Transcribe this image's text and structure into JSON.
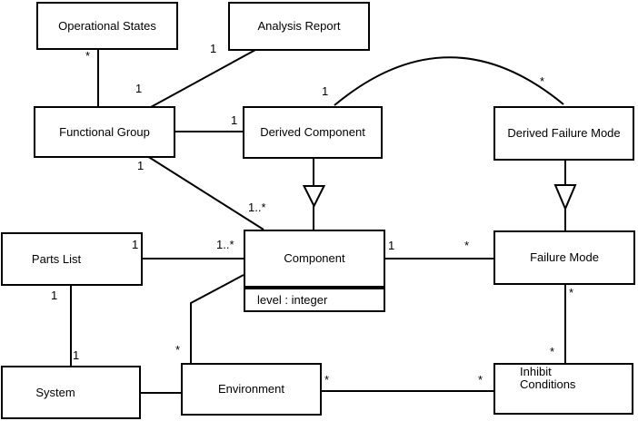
{
  "diagram": {
    "kind": "uml-class-diagram",
    "colors": {
      "background": "#ffffff",
      "line": "#000000",
      "box_fill": "#ffffff",
      "text": "#000000"
    },
    "classes": [
      {
        "id": "operational-states",
        "name": "Operational States"
      },
      {
        "id": "analysis-report",
        "name": "Analysis Report"
      },
      {
        "id": "functional-group",
        "name": "Functional Group"
      },
      {
        "id": "derived-component",
        "name": "Derived Component"
      },
      {
        "id": "derived-failure-mode",
        "name": "Derived Failure Mode"
      },
      {
        "id": "parts-list",
        "name": "Parts List"
      },
      {
        "id": "component",
        "name": "Component",
        "attribute": "level : integer"
      },
      {
        "id": "failure-mode",
        "name": "Failure Mode"
      },
      {
        "id": "system",
        "name": "System"
      },
      {
        "id": "environment",
        "name": "Environment"
      },
      {
        "id": "inhibit-conditions",
        "name": "Inhibit\nConditions"
      }
    ],
    "associations": [
      {
        "between": [
          "Operational States",
          "Functional Group"
        ],
        "mult_a": "*"
      },
      {
        "between": [
          "Analysis Report",
          "Functional Group"
        ],
        "mult_a": "1",
        "mult_b": "1"
      },
      {
        "between": [
          "Functional Group",
          "Derived Component"
        ],
        "mult_b": "1"
      },
      {
        "between": [
          "Derived Component",
          "Derived Failure Mode"
        ],
        "mult_a": "1",
        "mult_b": "*",
        "shape": "arc"
      },
      {
        "between": [
          "Functional Group",
          "Component"
        ],
        "mult_a": "1",
        "mult_b": "1..*"
      },
      {
        "between": [
          "Parts List",
          "Component"
        ],
        "mult_a": "1",
        "mult_b": "1..*"
      },
      {
        "between": [
          "Component",
          "Failure Mode"
        ],
        "mult_a": "1",
        "mult_b": "*"
      },
      {
        "between": [
          "Failure Mode",
          "Inhibit Conditions"
        ],
        "mult_a": "*",
        "mult_b": "*"
      },
      {
        "between": [
          "Parts List",
          "System"
        ],
        "mult_a": "1",
        "mult_b": "1"
      },
      {
        "between": [
          "System",
          "Environment"
        ]
      },
      {
        "between": [
          "Environment",
          "Inhibit Conditions"
        ],
        "mult_a": "*",
        "mult_b": "*"
      },
      {
        "between": [
          "Environment",
          "Component"
        ],
        "mult_a": "*"
      }
    ],
    "generalizations": [
      {
        "child": "Derived Component",
        "parent": "Component"
      },
      {
        "child": "Derived Failure Mode",
        "parent": "Failure Mode"
      }
    ]
  }
}
